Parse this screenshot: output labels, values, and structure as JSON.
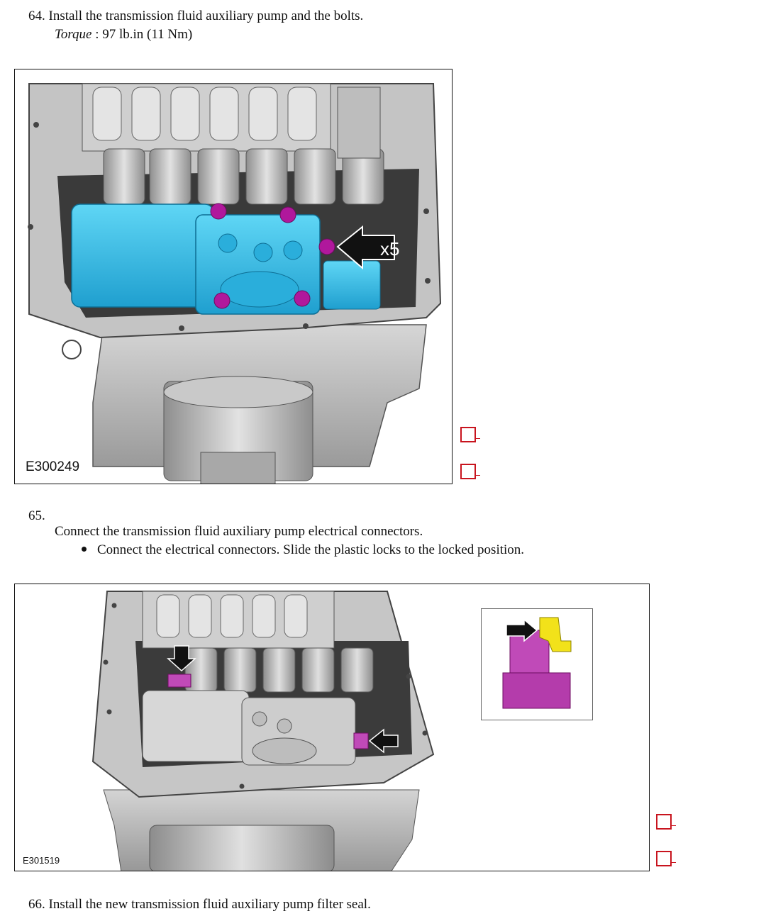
{
  "steps": [
    {
      "number": "64.",
      "text": "Install the transmission fluid auxiliary pump and the bolts.",
      "torque_label": "Torque",
      "torque_value": ": 97 lb.in (11 Nm)",
      "figure": {
        "id": "E300249",
        "callout": "x5"
      }
    },
    {
      "number": "65.",
      "text": "Connect the transmission fluid auxiliary pump electrical connectors.",
      "bullets": [
        "Connect the electrical connectors. Slide the plastic locks to the locked position."
      ],
      "figure": {
        "id": "E301519"
      }
    },
    {
      "number": "66.",
      "text": "Install the new transmission fluid auxiliary pump filter seal."
    }
  ],
  "colors": {
    "checkbox": "#c8141e",
    "pump": "#33c2ea",
    "bolt": "#b0189c",
    "connector": "#c04ab8",
    "lock": "#f2e21a",
    "housing": "#bdbdbd"
  }
}
